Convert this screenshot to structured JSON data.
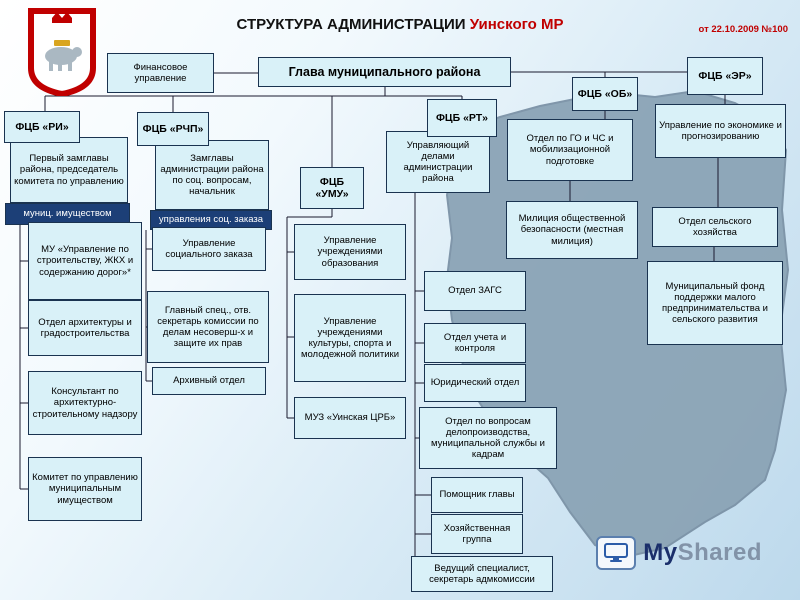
{
  "slide": {
    "title_main": "СТРУКТУРА АДМИНИСТРАЦИИ",
    "title_accent": "Уинского МР",
    "decree_ref": "от 22.10.2009 №100"
  },
  "nodes": {
    "finance": "Финансовое управление",
    "head": "Глава муниципального района",
    "fcb_er": "ФЦБ «ЭР»",
    "fcb_ob": "ФЦБ «ОБ»",
    "fcb_ri": "ФЦБ «РИ»",
    "fcb_rchp": "ФЦБ «РЧП»",
    "fcb_rt": "ФЦБ «РТ»",
    "fcb_umu": "ФЦБ «УМУ»",
    "economy": "Управление по экономике и прогнозированию",
    "go_chs": "Отдел по ГО и ЧС и мобилизационной подготовке",
    "militia": "Милиция общественной безопасности (местная милиция)",
    "agriculture": "Отдел сельского хозяйства",
    "fund": "Муниципальный фонд поддержки малого предпринимательства и сельского развития",
    "first_deputy": "Первый замглавы района, председатель комитета по управлению",
    "first_deputy_dark": "муниц. имуществом",
    "deputy_social": "Замглавы администрации района по соц. вопросам, начальник",
    "deputy_social_dark": "управления соц. заказа",
    "administrator": "Управляющий делами администрации района",
    "mu_construction": "МУ «Управление по строительству, ЖКХ и содержанию дорог»*",
    "social_order": "Управление социального заказа",
    "education": "Управление учреждениями образования",
    "zags": "Отдел ЗАГС",
    "architecture": "Отдел архитектуры и градостроительства",
    "chief_spec": "Главный спец., отв. секретарь комиссии по делам несоверш-х и защите их прав",
    "culture": "Управление учреждениями культуры, спорта и молодежной политики",
    "accounting": "Отдел учета и контроля",
    "legal": "Юридический отдел",
    "consultant": "Консультант по архитектурно-строительному надзору",
    "archive": "Архивный отдел",
    "muz": "МУЗ «Уинская ЦРБ»",
    "paperwork": "Отдел по вопросам делопроизводства, муниципальной службы и кадрам",
    "committee_property": "Комитет по управлению муниципальным имуществом",
    "assistant": "Помощник главы",
    "household": "Хозяйственная группа",
    "lead_spec": "Ведущий специалист, секретарь адмкомиссии"
  },
  "logo": {
    "icon": "monitor-icon",
    "text_my": "My",
    "text_shared": "Shared"
  },
  "colors": {
    "accent_red": "#c00000",
    "node_fill": "#d9f1f8",
    "node_border": "#1a3350",
    "dark_node_fill": "#1c3f77",
    "map_fill": "#8ba4b6"
  }
}
